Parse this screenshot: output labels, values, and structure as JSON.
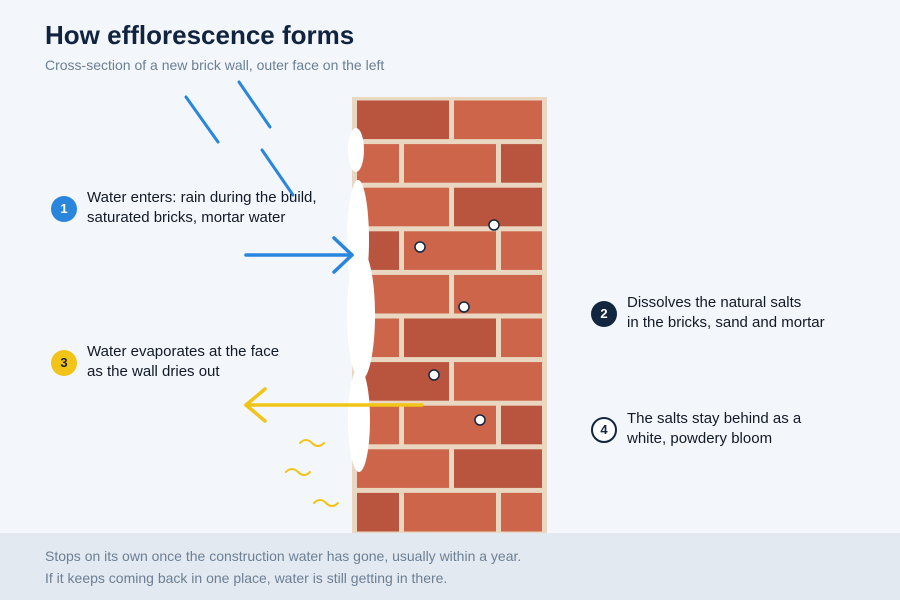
{
  "title": "How efflorescence forms",
  "subtitle": "Cross-section of a new brick wall, outer face on the left",
  "steps": [
    {
      "number": "1",
      "line1": "Water enters: rain during the build,",
      "line2": "saturated bricks, mortar water"
    },
    {
      "number": "2",
      "line1": "Dissolves the natural salts",
      "line2": "in the bricks, sand and mortar"
    },
    {
      "number": "3",
      "line1": "Water evaporates at the face",
      "line2": "as the wall dries out"
    },
    {
      "number": "4",
      "line1": "The salts stay behind as a",
      "line2": "white, powdery bloom"
    }
  ],
  "footer": {
    "line1": "Stops on its own once the construction water has gone, usually within a year.",
    "line2": "If it keeps coming back in one place, water is still getting in there."
  },
  "colors": {
    "water_blue": "#2a86dc",
    "salt_navy": "#12263f",
    "evaporation_yellow": "#f2c417",
    "brick": "#cc654a",
    "brick_dark": "#b9553f",
    "mortar": "#ead7c1",
    "efflorescence_white": "#ffffff"
  }
}
